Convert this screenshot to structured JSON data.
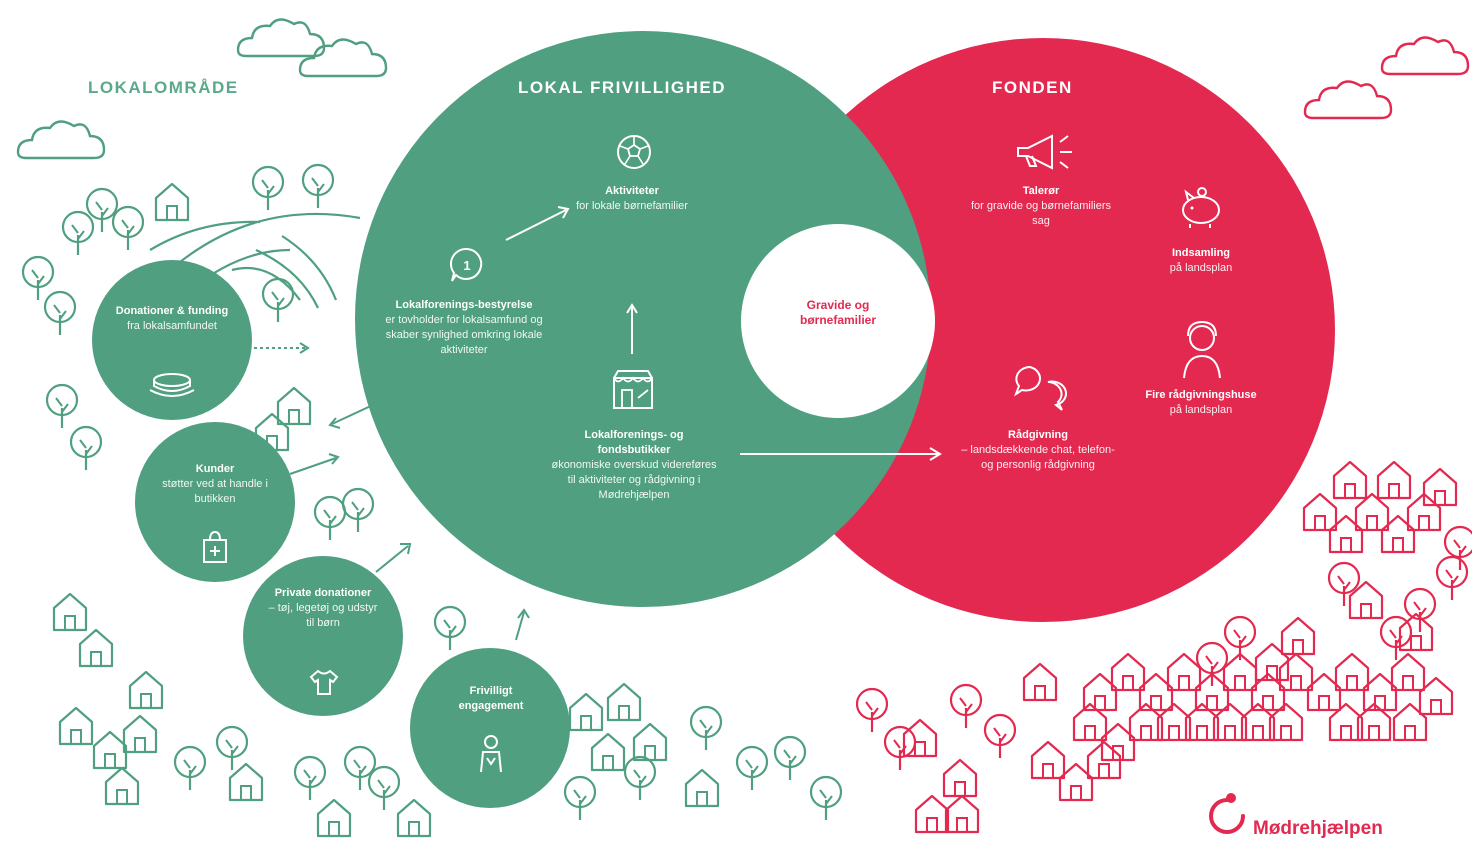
{
  "colors": {
    "green": "#4f9f80",
    "green_light": "#5aa98a",
    "red": "#e3294f",
    "white": "#ffffff",
    "line_green": "#4f9f80"
  },
  "headers": {
    "lokalomraade": "LOKALOMRÅDE",
    "lokal_frivillighed": "LOKAL FRIVILLIGHED",
    "fonden": "FONDEN"
  },
  "center": {
    "label": "Gravide og børnefamilier"
  },
  "green": {
    "aktiviteter": {
      "title": "Aktiviteter",
      "body": "for lokale børnefamilier",
      "icon": "soccer-ball-icon"
    },
    "bestyrelse": {
      "title": "Lokalforenings-bestyrelse",
      "body": "er tovholder for lokalsamfund og skaber synlighed omkring lokale aktiviteter",
      "icon": "chat-bubble-icon"
    },
    "butik": {
      "title": "Lokalforenings- og fondsbutikker",
      "body": "økonomiske overskud videreføres til aktiviteter og rådgivning i Mødrehjælpen",
      "icon": "shop-icon"
    }
  },
  "red": {
    "taler": {
      "title": "Talerør",
      "body": "for gravide og børnefamiliers sag",
      "icon": "megaphone-icon"
    },
    "indsamling": {
      "title": "Indsamling",
      "body": "på landsplan",
      "icon": "piggy-bank-icon"
    },
    "raadgivningshuse": {
      "title": "Fire rådgivningshuse",
      "body": "på landsplan",
      "icon": "counselor-icon"
    },
    "raadgivning": {
      "title": "Rådgivning",
      "body": "– landsdækkende chat, telefon- og personlig rådgivning",
      "icon": "speech-bubbles-icon"
    }
  },
  "local": {
    "donation": {
      "title": "Donationer & funding",
      "body": "fra lokalsamfundet",
      "icon": "coins-icon"
    },
    "kunder": {
      "title": "Kunder",
      "body": "støtter ved at handle i butikken",
      "icon": "shopping-bag-icon"
    },
    "private": {
      "title": "Private donationer",
      "body": "– tøj, legetøj og udstyr til børn",
      "icon": "tshirt-icon"
    },
    "frivillig": {
      "title": "Frivilligt engagement",
      "body": "",
      "icon": "person-icon"
    }
  },
  "logo": {
    "text": "Mødrehjælpen",
    "icon": "modrehjaelpen-logo-icon"
  }
}
